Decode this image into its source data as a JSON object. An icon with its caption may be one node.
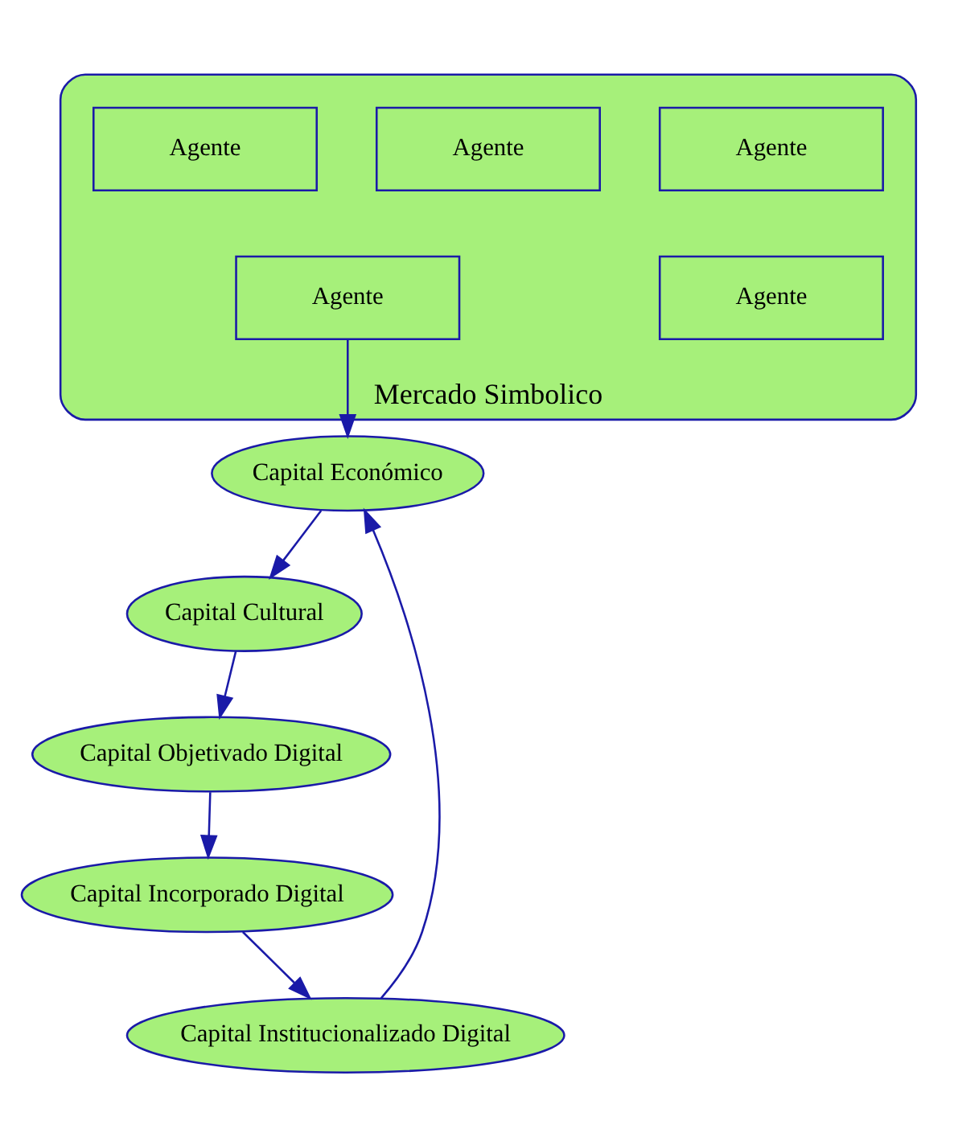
{
  "diagram": {
    "nodes": [
      {
        "text": [
          "Mercado Simbolico"
        ]
      },
      {
        "text": [
          "Agente"
        ],
        "in": 0
      },
      {
        "text": [
          "Agente"
        ],
        "in": 0
      },
      {
        "text": [
          "Agente"
        ],
        "in": 0
      },
      {
        "text": [
          "Agente"
        ],
        "in": 0
      },
      {
        "text": [
          "Agente"
        ],
        "in": 0
      },
      {
        "text": [
          "Capital Económico"
        ]
      },
      {
        "text": [
          "Capital Institucionalizado Digital"
        ]
      },
      {
        "text": [
          "Capital Cultural"
        ]
      },
      {
        "text": [
          "Capital Incorporado Digital"
        ]
      },
      {
        "text": [
          "Capital Objetivado Digital"
        ]
      }
    ],
    "edges": [
      {
        "from": 5,
        "to": 6,
        "arrow": "to"
      },
      {
        "from": 6,
        "to": 8,
        "arrow": "to"
      },
      {
        "from": 8,
        "to": 10,
        "arrow": "to"
      },
      {
        "from": 10,
        "to": 9,
        "arrow": "to"
      },
      {
        "from": 9,
        "to": 7,
        "arrow": "to"
      },
      {
        "from": 7,
        "to": 6,
        "arrow": "to"
      }
    ]
  }
}
